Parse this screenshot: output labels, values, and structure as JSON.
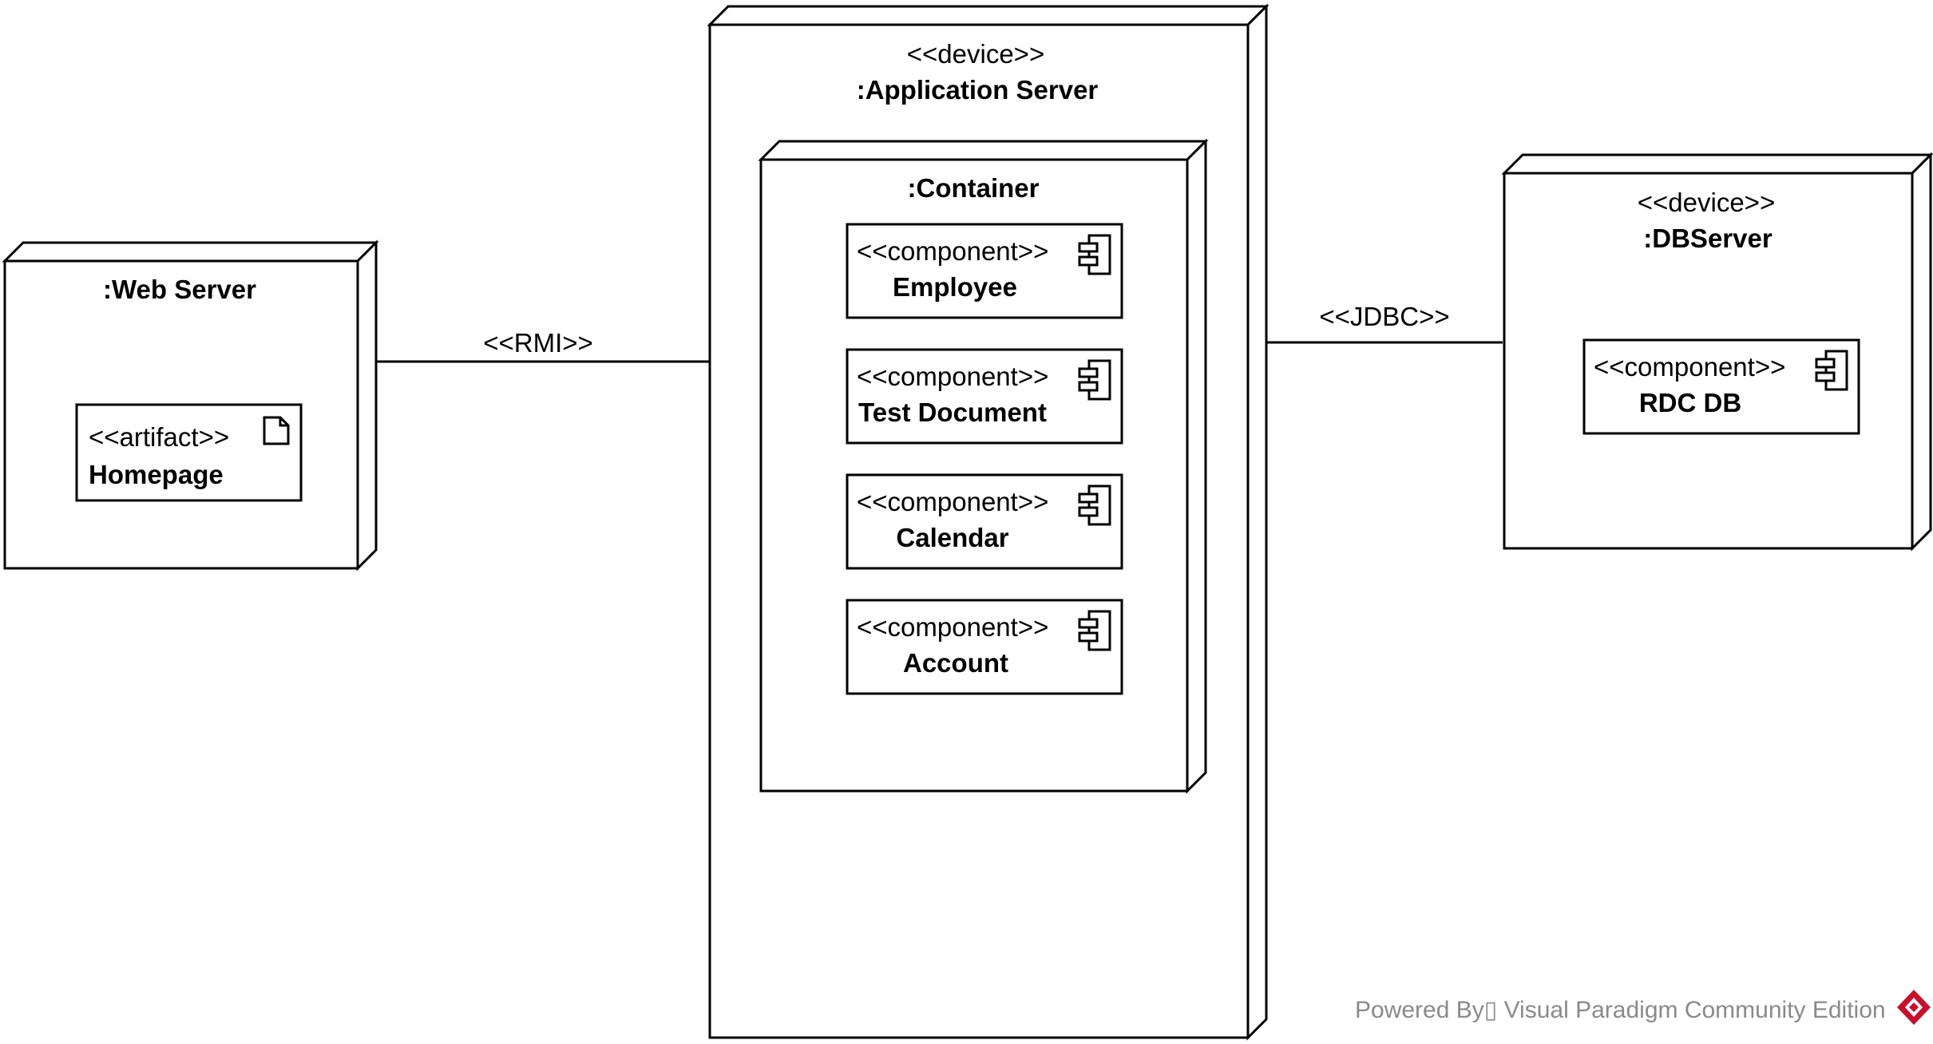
{
  "nodes": {
    "web_server": {
      "name": ":Web Server",
      "artifact": {
        "stereotype": "<<artifact>>",
        "name": "Homepage",
        "icon": "artifact-document-icon"
      }
    },
    "app_server": {
      "stereotype": "<<device>>",
      "name": ":Application Server",
      "container": {
        "name": ":Container",
        "components": [
          {
            "stereotype": "<<component>>",
            "name": "Employee"
          },
          {
            "stereotype": "<<component>>",
            "name": "Test Document"
          },
          {
            "stereotype": "<<component>>",
            "name": "Calendar"
          },
          {
            "stereotype": "<<component>>",
            "name": "Account"
          }
        ]
      }
    },
    "db_server": {
      "stereotype": "<<device>>",
      "name": ":DBServer",
      "component": {
        "stereotype": "<<component>>",
        "name": "RDC DB"
      }
    }
  },
  "connections": [
    {
      "label": "<<RMI>>",
      "from": ":Web Server",
      "to": ":Application Server"
    },
    {
      "label": "<<JDBC>>",
      "from": ":Application Server",
      "to": ":DBServer"
    }
  ],
  "watermark": {
    "text": "Powered By▯ Visual Paradigm Community Edition",
    "icon": "visual-paradigm-logo-icon",
    "color": "#8a8a8a",
    "logo_color": "#c8102e"
  }
}
